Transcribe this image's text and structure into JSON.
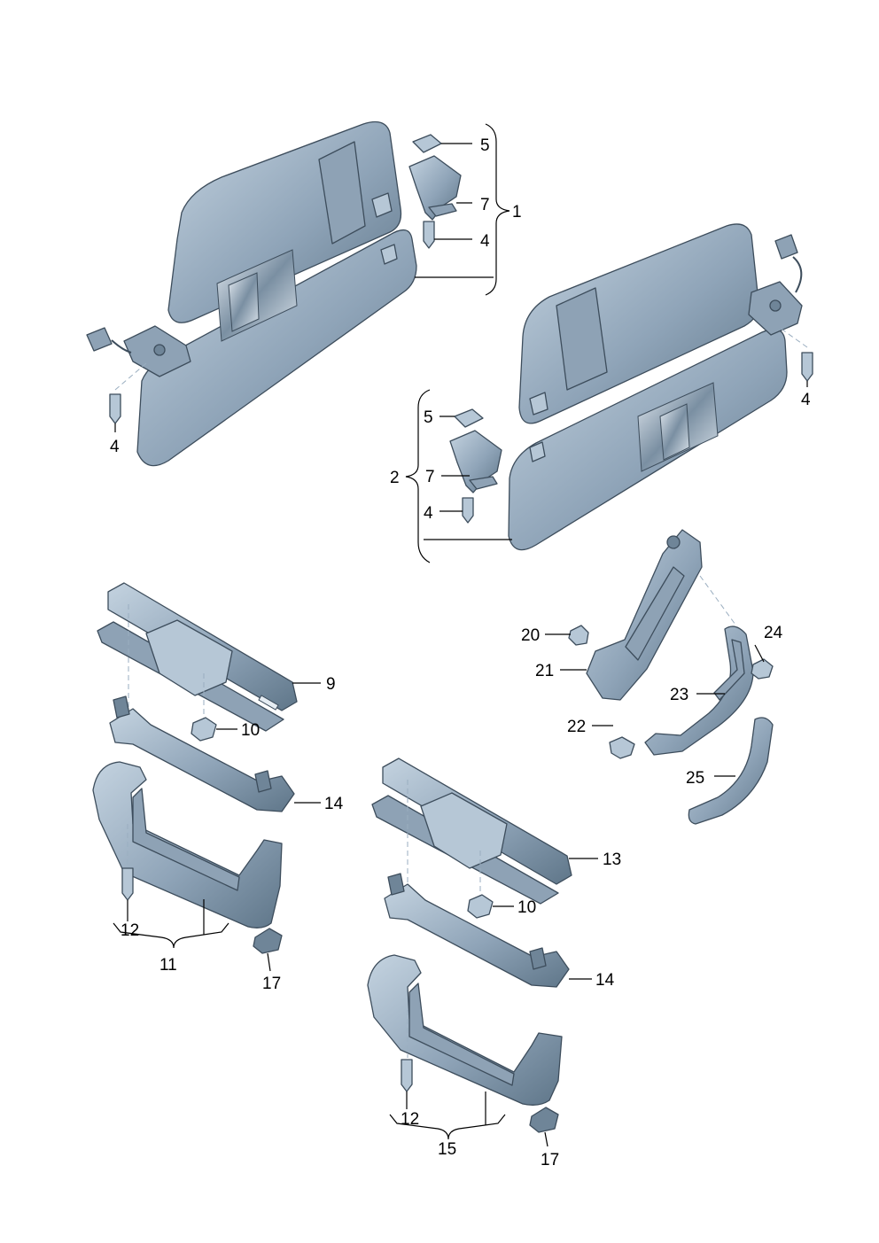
{
  "callouts": [
    {
      "id": "5a",
      "text": "5"
    },
    {
      "id": "7a",
      "text": "7"
    },
    {
      "id": "4a",
      "text": "4"
    },
    {
      "id": "1",
      "text": "1"
    },
    {
      "id": "4b",
      "text": "4"
    },
    {
      "id": "4c",
      "text": "4"
    },
    {
      "id": "5b",
      "text": "5"
    },
    {
      "id": "2",
      "text": "2"
    },
    {
      "id": "7b",
      "text": "7"
    },
    {
      "id": "4d",
      "text": "4"
    },
    {
      "id": "9",
      "text": "9"
    },
    {
      "id": "10a",
      "text": "10"
    },
    {
      "id": "14a",
      "text": "14"
    },
    {
      "id": "12a",
      "text": "12"
    },
    {
      "id": "11",
      "text": "11"
    },
    {
      "id": "17a",
      "text": "17"
    },
    {
      "id": "20",
      "text": "20"
    },
    {
      "id": "24",
      "text": "24"
    },
    {
      "id": "21",
      "text": "21"
    },
    {
      "id": "23",
      "text": "23"
    },
    {
      "id": "22",
      "text": "22"
    },
    {
      "id": "25",
      "text": "25"
    },
    {
      "id": "13",
      "text": "13"
    },
    {
      "id": "10b",
      "text": "10"
    },
    {
      "id": "14b",
      "text": "14"
    },
    {
      "id": "12b",
      "text": "12"
    },
    {
      "id": "15",
      "text": "15"
    },
    {
      "id": "17b",
      "text": "17"
    }
  ],
  "colors": {
    "part_light": "#c4d3e0",
    "part_mid": "#8fa4b8",
    "part_dark": "#5f7689",
    "outline": "#3d4d5c"
  }
}
